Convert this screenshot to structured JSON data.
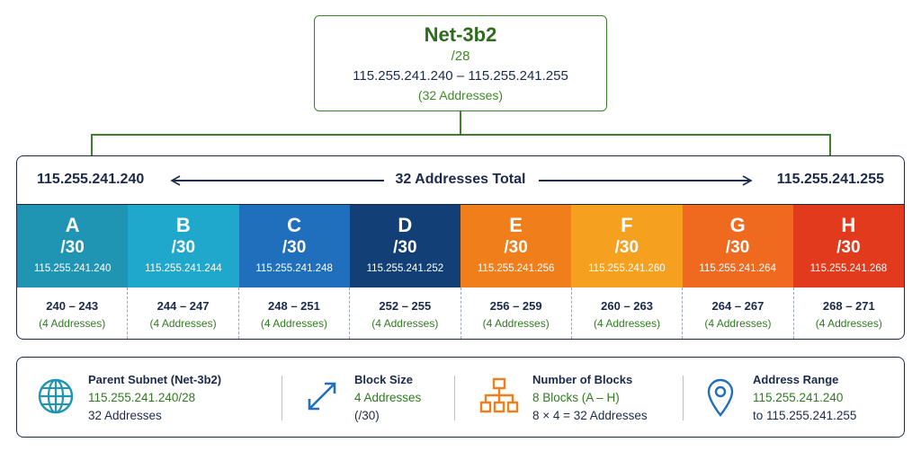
{
  "parent": {
    "name": "Net-3b2",
    "prefix": "/28",
    "range": "115.255.241.240 – 115.255.241.255",
    "count": "(32 Addresses)"
  },
  "range_bar": {
    "start": "115.255.241.240",
    "total": "32 Addresses Total",
    "end": "115.255.241.255"
  },
  "blocks": [
    {
      "letter": "A",
      "prefix": "/30",
      "ip": "115.255.241.240",
      "span": "240 – 243",
      "count": "(4 Addresses)",
      "color": "#1f95b3"
    },
    {
      "letter": "B",
      "prefix": "/30",
      "ip": "115.255.241.244",
      "span": "244 – 247",
      "count": "(4 Addresses)",
      "color": "#1fa7cc"
    },
    {
      "letter": "C",
      "prefix": "/30",
      "ip": "115.255.241.248",
      "span": "248 – 251",
      "count": "(4 Addresses)",
      "color": "#1f6fbd"
    },
    {
      "letter": "D",
      "prefix": "/30",
      "ip": "115.255.241.252",
      "span": "252 – 255",
      "count": "(4 Addresses)",
      "color": "#123f75"
    },
    {
      "letter": "E",
      "prefix": "/30",
      "ip": "115.255.241.256",
      "span": "256 – 259",
      "count": "(4 Addresses)",
      "color": "#f07e1b"
    },
    {
      "letter": "F",
      "prefix": "/30",
      "ip": "115.255.241.260",
      "span": "260 – 263",
      "count": "(4 Addresses)",
      "color": "#f5a11f"
    },
    {
      "letter": "G",
      "prefix": "/30",
      "ip": "115.255.241.264",
      "span": "264 – 267",
      "count": "(4 Addresses)",
      "color": "#ef6a1e"
    },
    {
      "letter": "H",
      "prefix": "/30",
      "ip": "115.255.241.268",
      "span": "268 – 271",
      "count": "(4 Addresses)",
      "color": "#e23a1d"
    }
  ],
  "summary": {
    "parent_subnet": {
      "title": "Parent Subnet (Net-3b2)",
      "line1": "115.255.241.240/28",
      "line2": "32 Addresses",
      "icon": "globe-icon"
    },
    "block_size": {
      "title": "Block Size",
      "line1": "4 Addresses",
      "line2": "(/30)",
      "icon": "resize-arrows-icon"
    },
    "number_of_blocks": {
      "title": "Number of Blocks",
      "line1": "8 Blocks (A – H)",
      "line2": "8 × 4 = 32 Addresses",
      "icon": "hierarchy-icon"
    },
    "address_range": {
      "title": "Address Range",
      "line1": "115.255.241.240",
      "line2": "to 115.255.241.255",
      "icon": "location-pin-icon"
    }
  },
  "colors": {
    "green": "#3f7f2a",
    "navy": "#1b2a4a",
    "teal": "#1f95b3",
    "orange": "#f07e1b"
  }
}
